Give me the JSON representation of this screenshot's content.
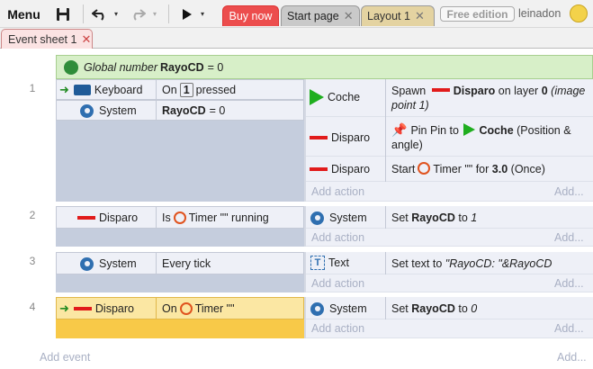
{
  "toolbar": {
    "menu_label": "Menu",
    "tabs": [
      {
        "label": "Buy now"
      },
      {
        "label": "Start page"
      },
      {
        "label": "Layout 1"
      }
    ],
    "free_edition": "Free edition",
    "username": "leinadon"
  },
  "sheet_tab": {
    "label": "Event sheet 1"
  },
  "global_var": {
    "label_prefix": "Global number",
    "name": "RayoCD",
    "value_text": "= 0"
  },
  "events": [
    {
      "number": "1",
      "conditions": [
        {
          "object": "Keyboard",
          "text_a": "On",
          "key": "1",
          "text_b": "pressed"
        },
        {
          "object": "System",
          "var": "RayoCD",
          "text": "= 0"
        }
      ],
      "actions": [
        {
          "object": "Coche",
          "text_a": "Spawn",
          "bold_a": "Disparo",
          "text_b": "on layer",
          "bold_b": "0",
          "italic": "(image point 1)"
        },
        {
          "object": "Disparo",
          "text_a": "Pin Pin to",
          "bold_a": "Coche",
          "text_b": "(Position & angle)"
        },
        {
          "object": "Disparo",
          "text_a": "Start",
          "text_b": "Timer \"\" for",
          "bold_a": "3.0",
          "text_c": "(Once)"
        }
      ]
    },
    {
      "number": "2",
      "conditions": [
        {
          "object": "Disparo",
          "text_a": "Is",
          "text_b": "Timer \"\" running"
        }
      ],
      "actions": [
        {
          "object": "System",
          "text_a": "Set",
          "bold_a": "RayoCD",
          "text_b": "to",
          "italic": "1"
        }
      ]
    },
    {
      "number": "3",
      "conditions": [
        {
          "object": "System",
          "text": "Every tick"
        }
      ],
      "actions": [
        {
          "object": "Text",
          "text_a": "Set text to",
          "italic": "\"RayoCD: \"&RayoCD"
        }
      ]
    },
    {
      "number": "4",
      "conditions": [
        {
          "object": "Disparo",
          "text_a": "On",
          "text_b": "Timer \"\""
        }
      ],
      "actions": [
        {
          "object": "System",
          "text_a": "Set",
          "bold_a": "RayoCD",
          "text_b": "to",
          "italic": "0"
        }
      ]
    }
  ],
  "add_action_label": "Add action",
  "add_more_label": "Add...",
  "add_event_label": "Add event",
  "colors": {
    "buy_now": "#ec4d4d",
    "layout_tab": "#e4d3a1",
    "global_var_bg": "#d7efc8",
    "selected_event": "#fbe7a3"
  },
  "icons": [
    "save-icon",
    "undo-icon",
    "redo-icon",
    "play-icon",
    "keyboard-icon",
    "gear-icon",
    "timer-icon",
    "pin-icon",
    "text-object-icon",
    "globe-icon",
    "sprite-coche-icon",
    "sprite-disparo-icon"
  ]
}
